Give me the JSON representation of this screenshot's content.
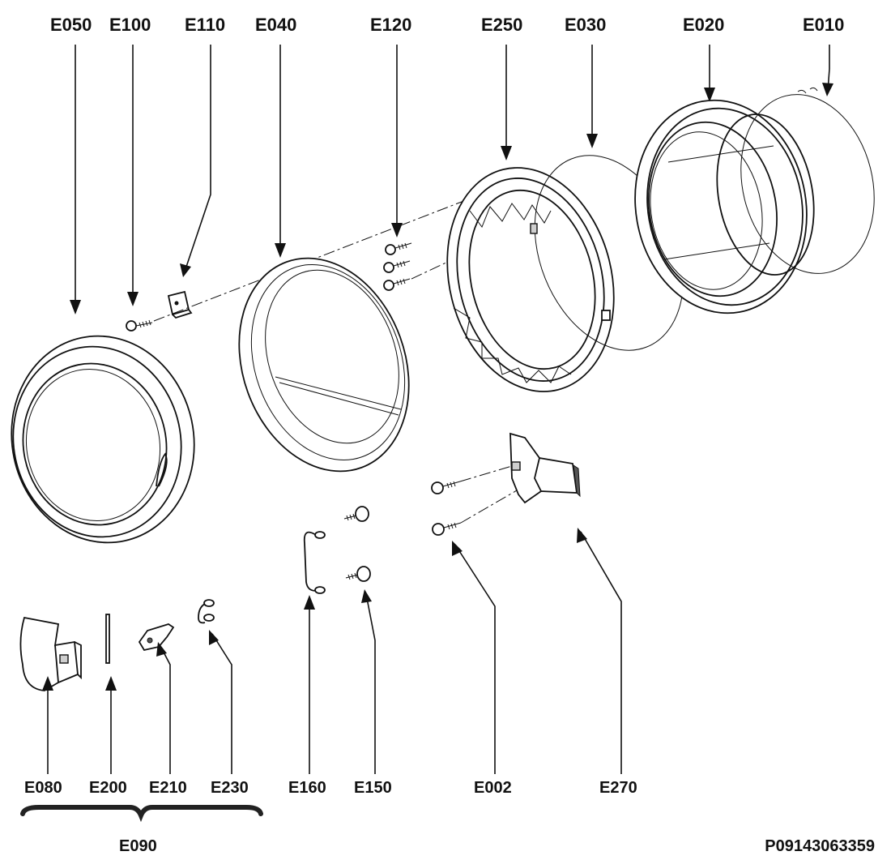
{
  "labels": {
    "top": [
      "E050",
      "E100",
      "E110",
      "E040",
      "E120",
      "E250",
      "E030",
      "E020",
      "E010"
    ],
    "bottom": [
      "E080",
      "E200",
      "E210",
      "E230",
      "E160",
      "E150",
      "E002",
      "E270"
    ],
    "group": "E090",
    "reference": "P09143063359"
  },
  "parts": [
    {
      "id": "E050",
      "icon": "door-outer-frame-icon"
    },
    {
      "id": "E100",
      "icon": "screw-icon"
    },
    {
      "id": "E110",
      "icon": "clip-block-icon"
    },
    {
      "id": "E040",
      "icon": "door-glass-bowl-icon"
    },
    {
      "id": "E120",
      "icon": "screw-set-icon"
    },
    {
      "id": "E250",
      "icon": "inner-door-frame-icon"
    },
    {
      "id": "E030",
      "icon": "clamp-wire-icon"
    },
    {
      "id": "E020",
      "icon": "door-seal-gasket-icon"
    },
    {
      "id": "E010",
      "icon": "spring-wire-icon"
    },
    {
      "id": "E080",
      "icon": "door-handle-icon"
    },
    {
      "id": "E200",
      "icon": "pin-icon"
    },
    {
      "id": "E210",
      "icon": "latch-hook-icon"
    },
    {
      "id": "E230",
      "icon": "spring-icon"
    },
    {
      "id": "E160",
      "icon": "hinge-spring-icon"
    },
    {
      "id": "E150",
      "icon": "hinge-screw-icon"
    },
    {
      "id": "E002",
      "icon": "screw-icon"
    },
    {
      "id": "E270",
      "icon": "door-hinge-icon"
    }
  ]
}
